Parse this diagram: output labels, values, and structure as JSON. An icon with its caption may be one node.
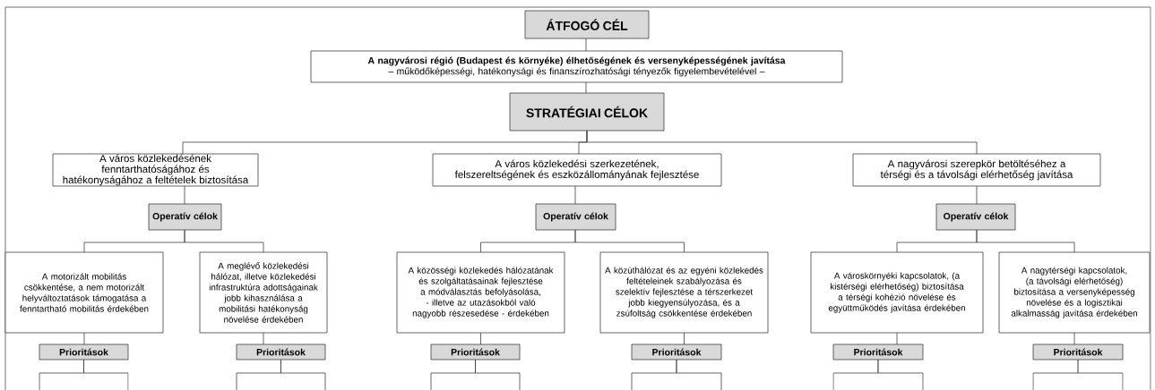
{
  "diagram": {
    "nodes": [
      {
        "text": [
          "ÁTFOGÓ CÉL"
        ]
      },
      {
        "text": [
          "A nagyvárosi régió (Budapest és környéke) élhetőségének és versenyképességének javítása",
          "– működőképességi, hatékonysági és finanszírozhatósági tényezők figyelembevételével –"
        ]
      },
      {
        "text": [
          "STRATÉGIAI CÉLOK"
        ]
      },
      {
        "text": [
          "A város közlekedésének fenntarthatóságához és hatékonyságához a feltételek biztosítása"
        ]
      },
      {
        "text": [
          "A város közlekedési szerkezetének, felszereltségének és eszközállományának fejlesztése"
        ]
      },
      {
        "text": [
          "A nagyvárosi szerepkör betöltéséhez a térségi és a távolsági elérhetőség javítása"
        ]
      },
      {
        "text": [
          "Operatív célok"
        ]
      },
      {
        "text": [
          "Operatív célok"
        ]
      },
      {
        "text": [
          "Operatív célok"
        ]
      },
      {
        "text": [
          "A motorizált mobilitás csökkentése, a nem motorizált helyváltoztatások támogatása a fenntartható mobilitás érdekében"
        ]
      },
      {
        "text": [
          "A meglévő közlekedési hálózat, illetve közlekedési infrastruktúra adottságainak jobb kihasználása a mobilitási hatékonyság növelése érdekében"
        ]
      },
      {
        "text": [
          "A közösségi közlekedés hálózatának és szolgáltatásainak fejlesztése a módválasztás befolyásolása, - illetve az utazásokból való nagyobb részesedése - érdekében"
        ]
      },
      {
        "text": [
          "A közúthálózat és az egyéni közlekedés feltételeinek szabályozása és szelektív fejlesztése a térszerkezet jobb kiegyensúlyozása, és a zsúfoltság csökkentése érdekében"
        ]
      },
      {
        "text": [
          "A városkörnyéki kapcsolatok, (a kistérségi elérhetőség) biztosítása a térségi kohézió növelése és együttműködés javítása érdekében"
        ]
      },
      {
        "text": [
          "A nagytérségi kapcsolatok, (a távolsági elérhetőség) biztosítása a versenyképesség növelése és a logisztikai alkalmasság javítása érdekében"
        ]
      },
      {
        "text": [
          "Prioritások"
        ]
      },
      {
        "text": [
          "Prioritások"
        ]
      },
      {
        "text": [
          "Prioritások"
        ]
      },
      {
        "text": [
          "Prioritások"
        ]
      },
      {
        "text": [
          "Prioritások"
        ]
      },
      {
        "text": [
          "Prioritások"
        ]
      }
    ],
    "edges": [
      {
        "from": 0,
        "to": 1,
        "arrow": "none"
      },
      {
        "from": 1,
        "to": 2,
        "arrow": "none"
      },
      {
        "from": 2,
        "to": 3,
        "arrow": "none"
      },
      {
        "from": 2,
        "to": 4,
        "arrow": "none"
      },
      {
        "from": 2,
        "to": 5,
        "arrow": "none"
      },
      {
        "from": 3,
        "to": 6,
        "arrow": "none"
      },
      {
        "from": 4,
        "to": 7,
        "arrow": "none"
      },
      {
        "from": 5,
        "to": 8,
        "arrow": "none"
      },
      {
        "from": 6,
        "to": 9,
        "arrow": "none"
      },
      {
        "from": 6,
        "to": 10,
        "arrow": "none"
      },
      {
        "from": 7,
        "to": 11,
        "arrow": "none"
      },
      {
        "from": 7,
        "to": 12,
        "arrow": "none"
      },
      {
        "from": 8,
        "to": 13,
        "arrow": "none"
      },
      {
        "from": 8,
        "to": 14,
        "arrow": "none"
      },
      {
        "from": 9,
        "to": 15,
        "arrow": "none"
      },
      {
        "from": 10,
        "to": 16,
        "arrow": "none"
      },
      {
        "from": 11,
        "to": 17,
        "arrow": "none"
      },
      {
        "from": 12,
        "to": 18,
        "arrow": "none"
      },
      {
        "from": 13,
        "to": 19,
        "arrow": "none"
      },
      {
        "from": 14,
        "to": 20,
        "arrow": "none"
      },
      {
        "from": 15,
        "to": null,
        "arrow": "none"
      },
      {
        "from": 15,
        "to": null,
        "arrow": "none"
      },
      {
        "from": 16,
        "to": null,
        "arrow": "none"
      },
      {
        "from": 16,
        "to": null,
        "arrow": "none"
      },
      {
        "from": 17,
        "to": null,
        "arrow": "none"
      },
      {
        "from": 17,
        "to": null,
        "arrow": "none"
      },
      {
        "from": 18,
        "to": null,
        "arrow": "none"
      },
      {
        "from": 18,
        "to": null,
        "arrow": "none"
      },
      {
        "from": 19,
        "to": null,
        "arrow": "none"
      },
      {
        "from": 19,
        "to": null,
        "arrow": "none"
      },
      {
        "from": 20,
        "to": null,
        "arrow": "none"
      },
      {
        "from": 20,
        "to": null,
        "arrow": "none"
      }
    ]
  }
}
